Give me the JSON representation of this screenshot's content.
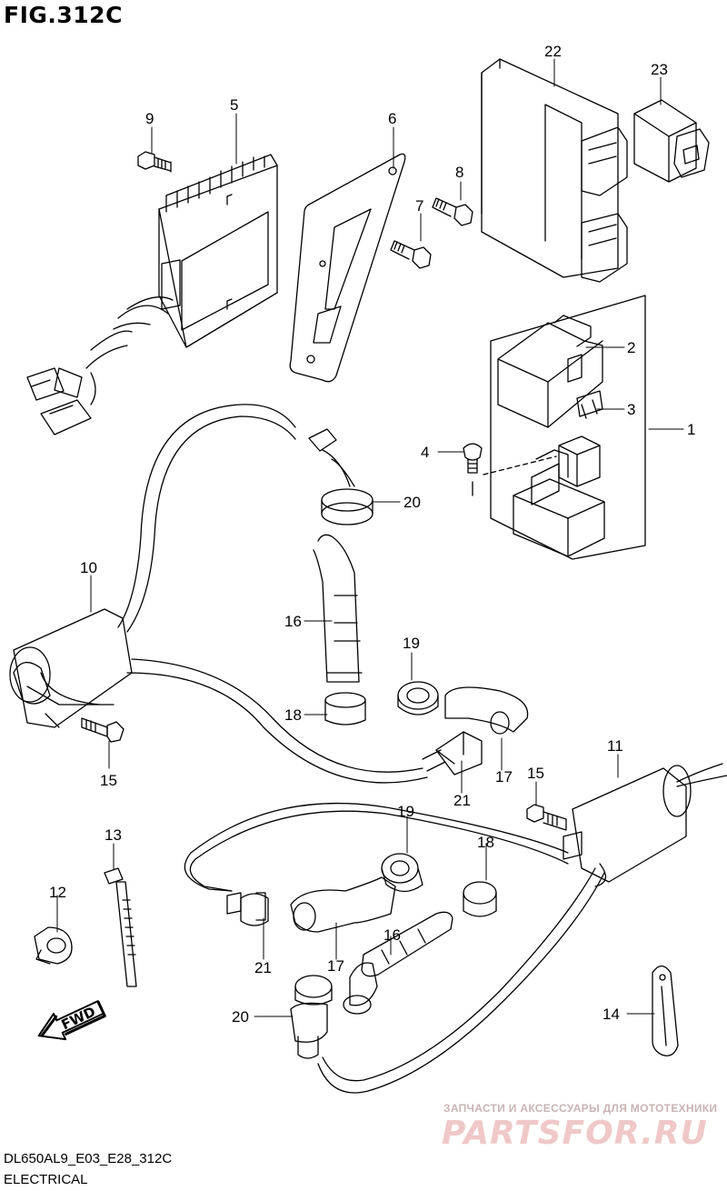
{
  "header": {
    "title": "FIG.312C"
  },
  "footer": {
    "code": "DL650AL9_E03_E28_312C",
    "name": "ELECTRICAL"
  },
  "watermark": {
    "tagline": "ЗАПЧАСТИ И АКСЕССУАРЫ ДЛЯ МОТОТЕХНИКИ",
    "logo": "PARTSFOR.RU"
  },
  "direction_label": "FWD",
  "callouts": {
    "c1": "1",
    "c2": "2",
    "c3": "3",
    "c4": "4",
    "c5": "5",
    "c6": "6",
    "c7": "7",
    "c8": "8",
    "c9": "9",
    "c10": "10",
    "c11": "11",
    "c12": "12",
    "c13": "13",
    "c14": "14",
    "c15a": "15",
    "c15b": "15",
    "c16a": "16",
    "c16b": "16",
    "c17a": "17",
    "c17b": "17",
    "c18a": "18",
    "c18b": "18",
    "c19a": "19",
    "c19b": "19",
    "c20a": "20",
    "c20b": "20",
    "c21a": "21",
    "c21b": "21",
    "c22": "22",
    "c23": "23"
  },
  "colors": {
    "line": "#000000",
    "watermark": "#e8b5b5"
  }
}
